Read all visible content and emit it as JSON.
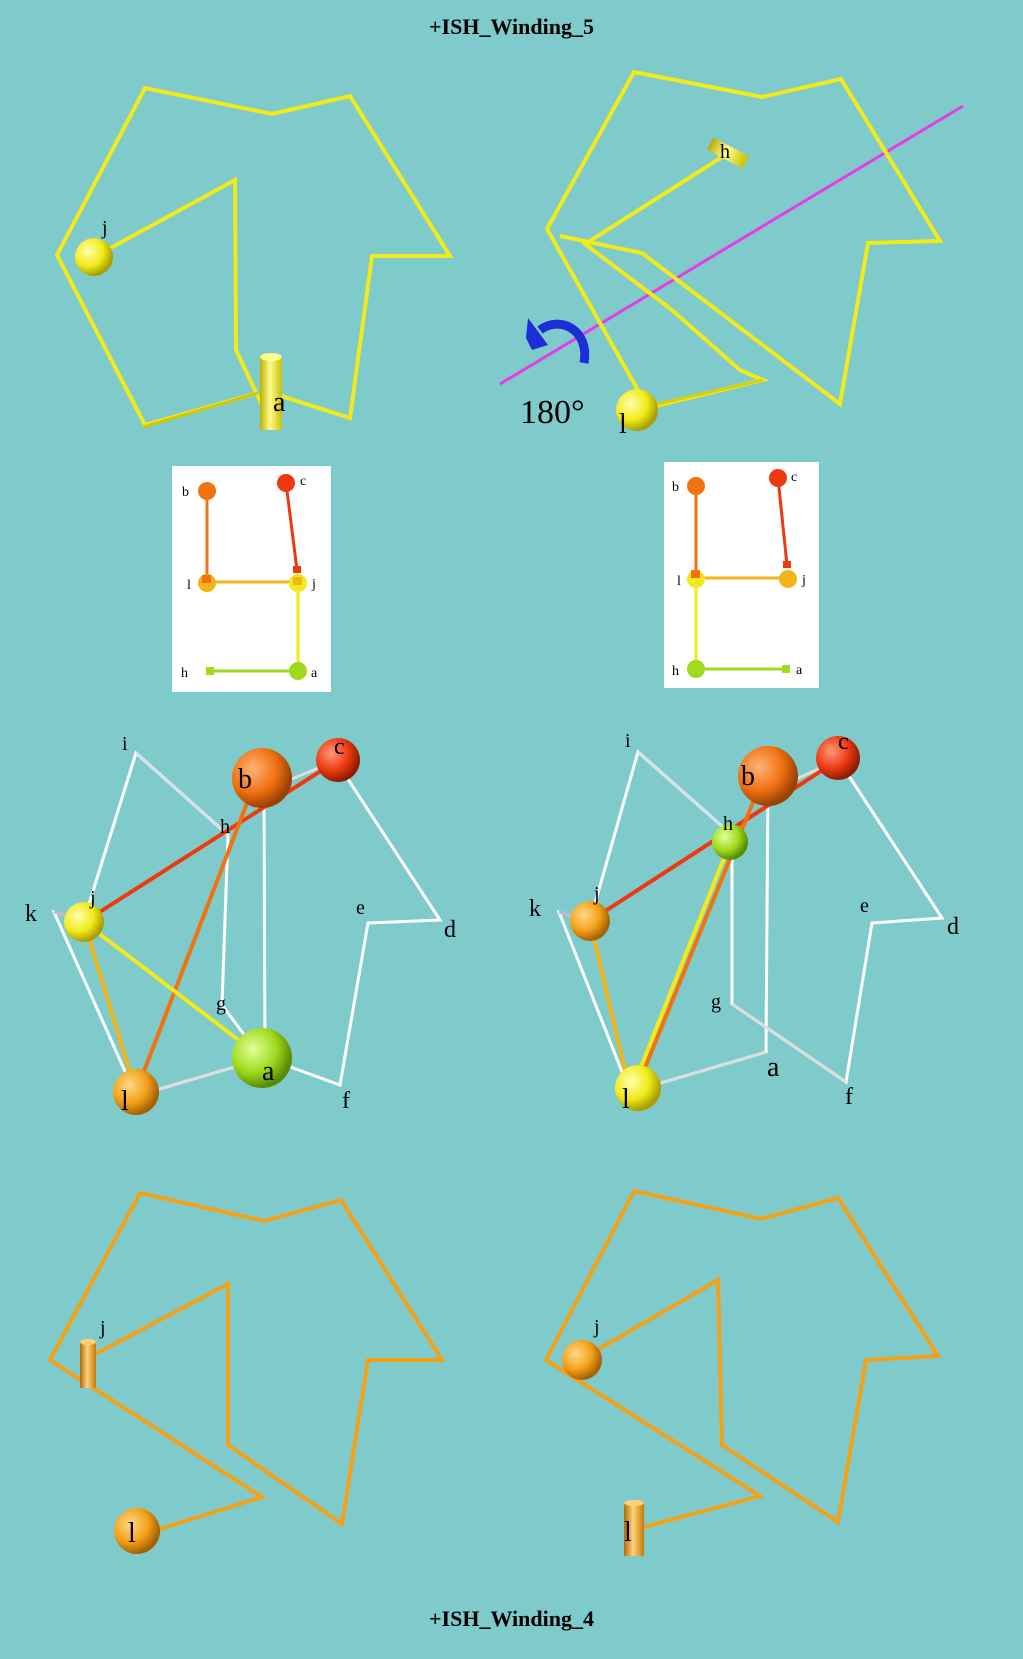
{
  "titles": {
    "top": "+ISH_Winding_5",
    "bottom": "+ISH_Winding_4"
  },
  "rotation": {
    "label": "180°"
  },
  "colors": {
    "background": "#7fcbcb",
    "yellow": "#f2ea1a",
    "orange": "#f3a117",
    "dark_orange": "#f07210",
    "red": "#ee3910",
    "lime": "#9fdb1c",
    "magenta": "#e63ce6",
    "blue_arrow": "#1c2fd6",
    "white": "#ffffff"
  },
  "top_left": {
    "labels": {
      "j": "j",
      "a": "a"
    }
  },
  "top_right": {
    "labels": {
      "h": "h",
      "l": "l"
    }
  },
  "graph_left": {
    "nodes": {
      "b": "b",
      "c": "c",
      "l": "l",
      "j": "j",
      "h": "h",
      "a": "a"
    }
  },
  "graph_right": {
    "nodes": {
      "b": "b",
      "c": "c",
      "l": "l",
      "j": "j",
      "h": "h",
      "a": "a"
    }
  },
  "mid_left": {
    "labels": {
      "i": "i",
      "b": "b",
      "c": "c",
      "h": "h",
      "k": "k",
      "j": "j",
      "e": "e",
      "d": "d",
      "g": "g",
      "a": "a",
      "l": "l",
      "f": "f"
    }
  },
  "mid_right": {
    "labels": {
      "i": "i",
      "b": "b",
      "c": "c",
      "h": "h",
      "k": "k",
      "j": "j",
      "e": "e",
      "d": "d",
      "g": "g",
      "a": "a",
      "l": "l",
      "f": "f"
    }
  },
  "bottom_left": {
    "labels": {
      "j": "j",
      "l": "l"
    }
  },
  "bottom_right": {
    "labels": {
      "j": "j",
      "l": "l"
    }
  }
}
